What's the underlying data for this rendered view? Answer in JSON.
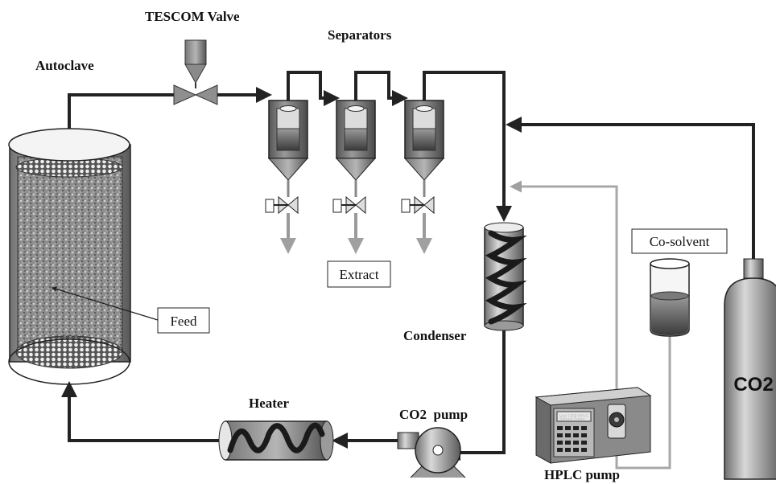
{
  "labels": {
    "autoclave": "Autoclave",
    "tescom_valve": "TESCOM Valve",
    "separators": "Separators",
    "extract": "Extract",
    "feed": "Feed",
    "condenser": "Condenser",
    "heater": "Heater",
    "co2_pump": "CO2  pump",
    "hplc_pump": "HPLC pump",
    "co_solvent": "Co-solvent",
    "co2_cylinder": "CO2"
  },
  "colors": {
    "line": "#222222",
    "cosolvent_line": "#a8a8a8",
    "product_arrow": "#9a9a9a",
    "vessel_body": "#777777",
    "liquid": "#5a5a5a"
  }
}
